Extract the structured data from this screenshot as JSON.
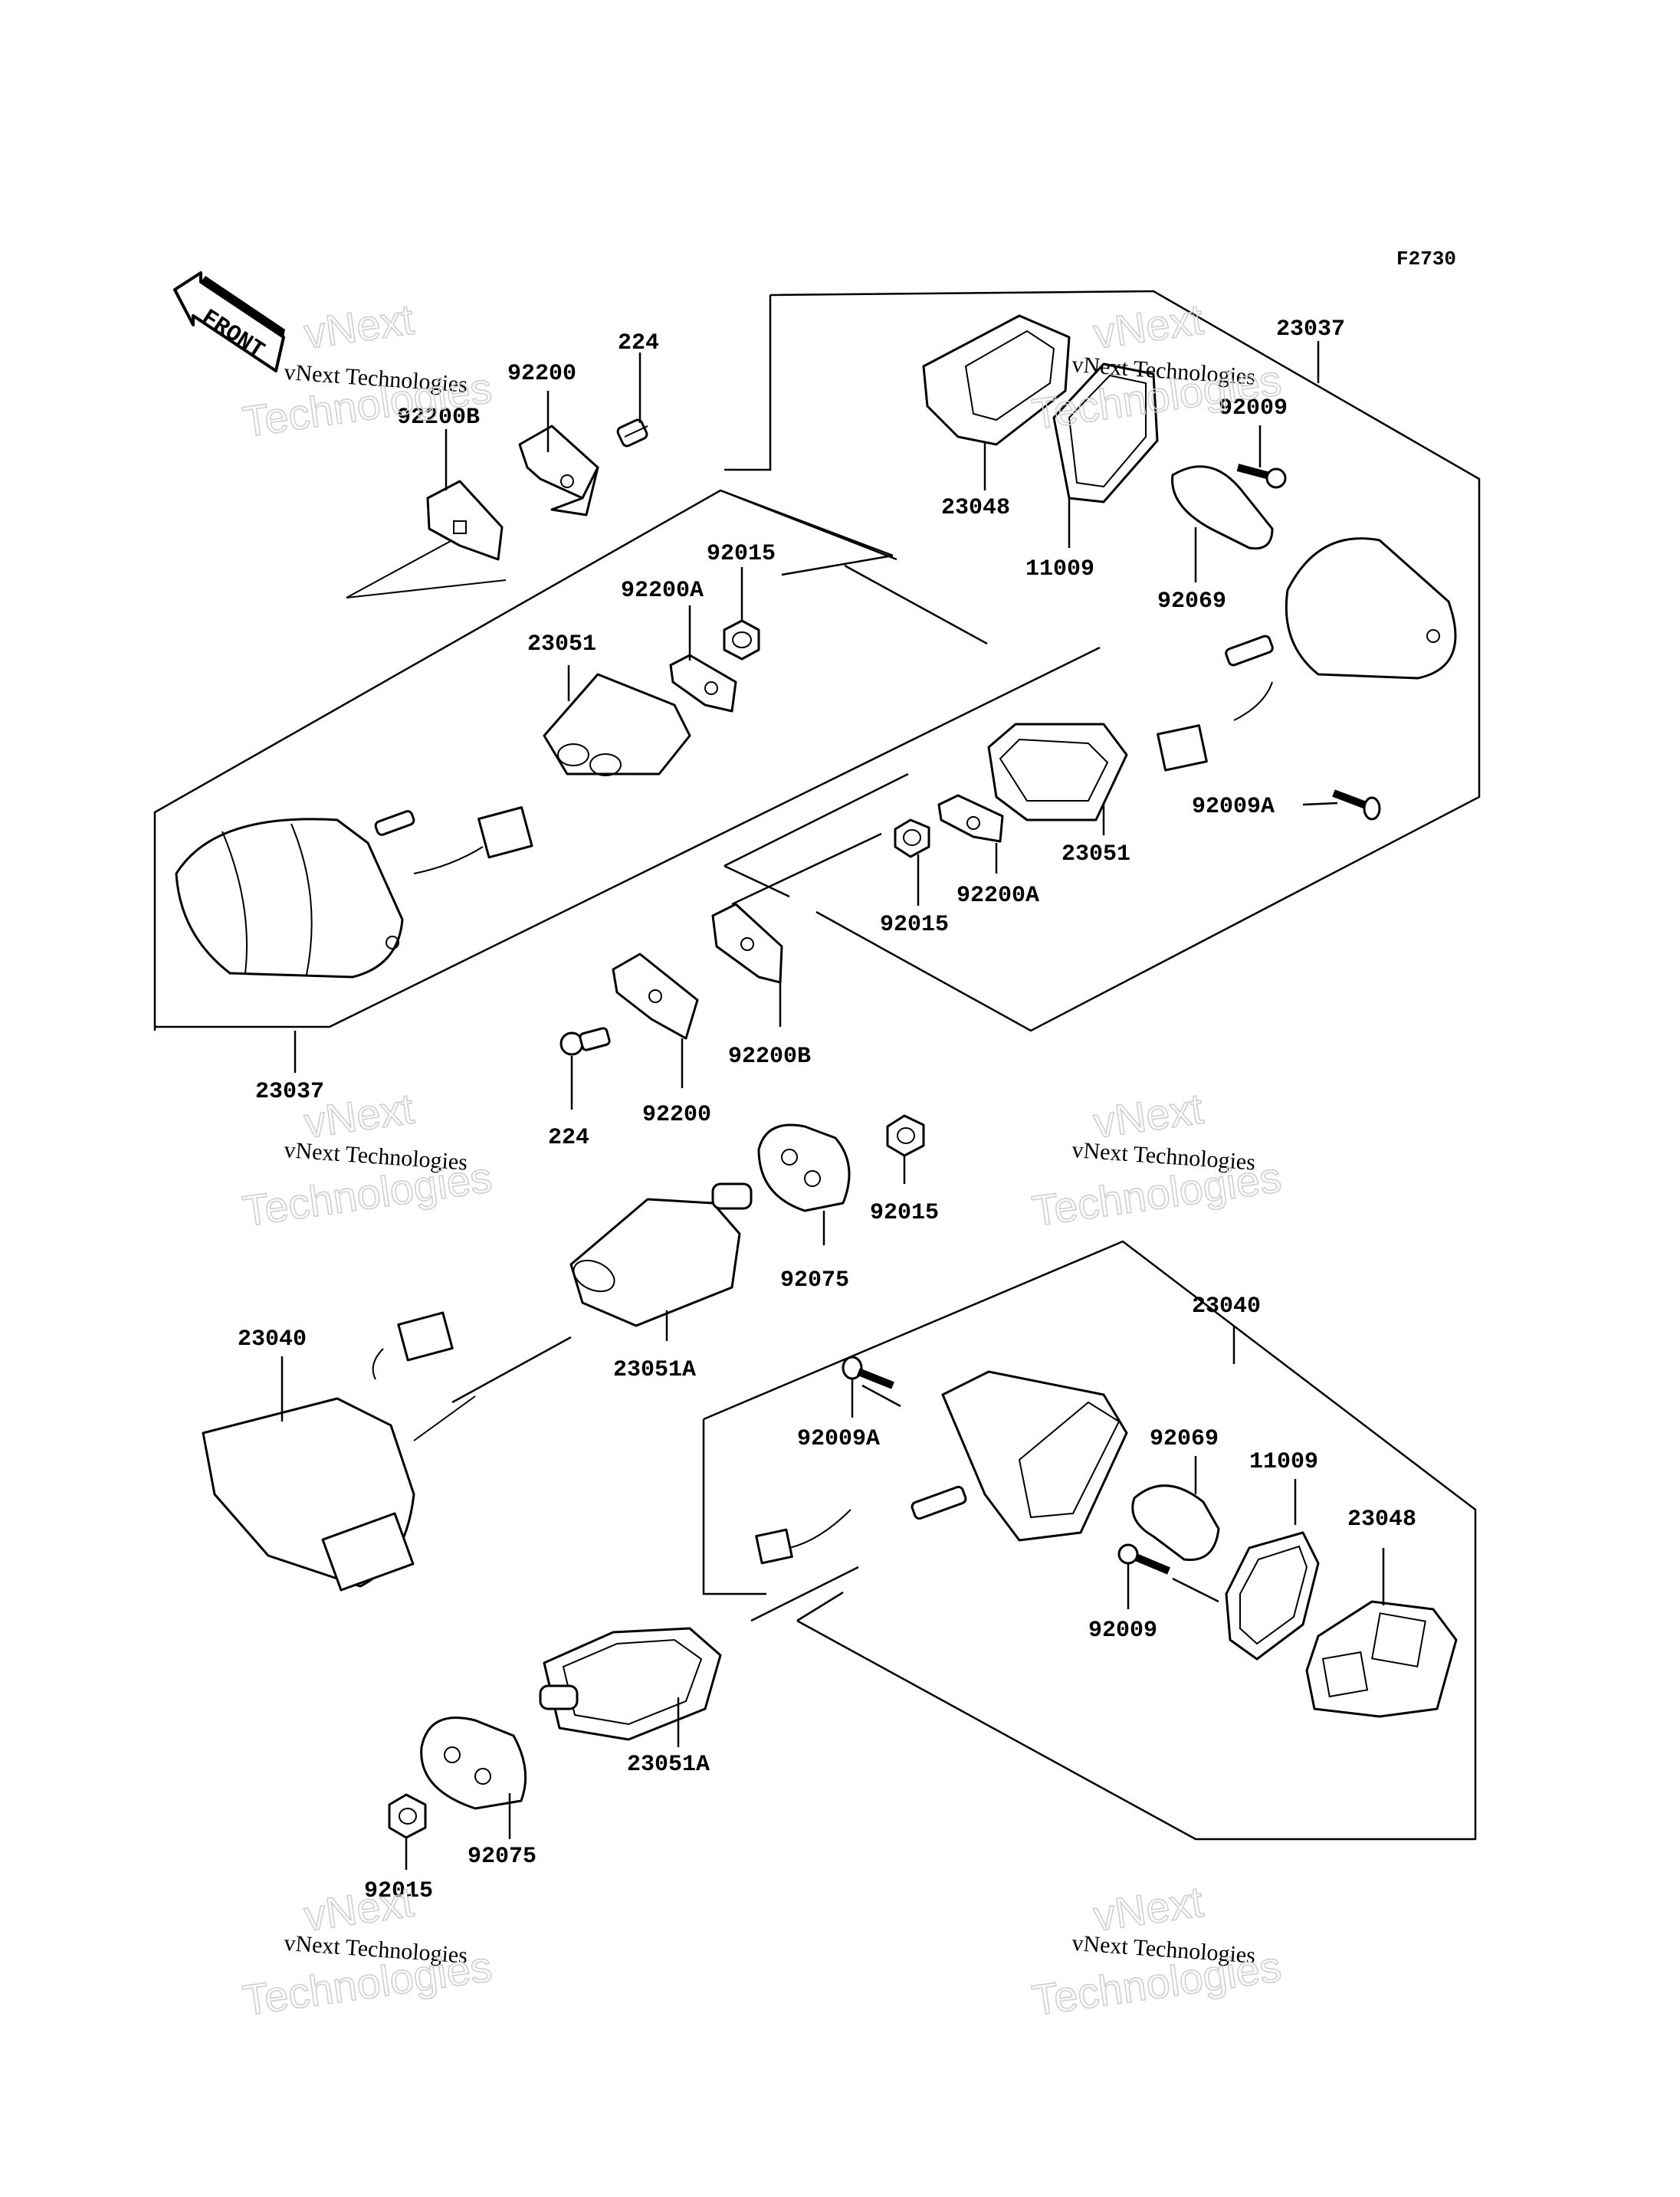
{
  "figure_code": "F2730",
  "front_arrow": {
    "text": "FRONT",
    "icon": "front-arrow-icon"
  },
  "watermark": {
    "line1": "vNext Technologies",
    "big1": "vNext",
    "big2": "Technologies"
  },
  "labels": {
    "l_224_top": "224",
    "l_92200_top": "92200",
    "l_92200B_top": "92200B",
    "l_92015_top": "92015",
    "l_92200A_top": "92200A",
    "l_23051_top": "23051",
    "l_23037_left": "23037",
    "l_23037_right": "23037",
    "l_92009_right": "92009",
    "l_23048_top": "23048",
    "l_11009_top": "11009",
    "l_92069_top": "92069",
    "l_92009A_right": "92009A",
    "l_23051_right": "23051",
    "l_92200A_mid": "92200A",
    "l_92015_mid": "92015",
    "l_92200B_mid": "92200B",
    "l_92200_mid": "92200",
    "l_224_mid": "224",
    "l_92015_low": "92015",
    "l_92075_mid": "92075",
    "l_23051A_mid": "23051A",
    "l_23040_left": "23040",
    "l_23040_right": "23040",
    "l_92009A_low": "92009A",
    "l_92069_low": "92069",
    "l_11009_low": "11009",
    "l_23048_low": "23048",
    "l_92009_low": "92009",
    "l_23051A_low": "23051A",
    "l_92075_low": "92075",
    "l_92015_bottom": "92015"
  }
}
